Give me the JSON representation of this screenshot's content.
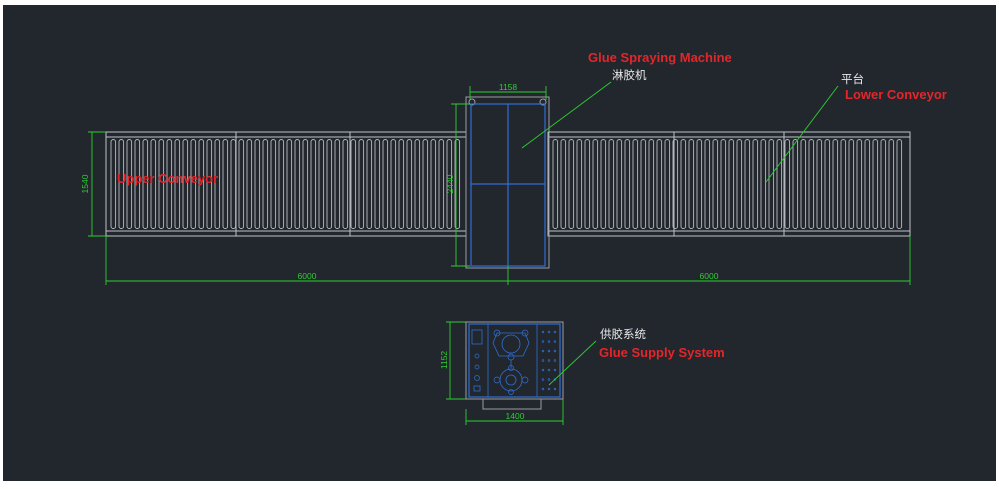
{
  "labels": {
    "glue_spraying_machine_en": "Glue Spraying Machine",
    "glue_spraying_machine_zh": "淋胶机",
    "lower_conveyor_zh": "平台",
    "lower_conveyor_en": "Lower Conveyor",
    "upper_conveyor_en": "Upper Conveyor",
    "glue_supply_zh": "供胶系统",
    "glue_supply_en": "Glue Supply System"
  },
  "dimensions": {
    "machine_width": "1158",
    "machine_length": "2440",
    "conveyor_width": "1540",
    "upper_conveyor_length": "6000",
    "lower_conveyor_length": "6000",
    "supply_height": "1152",
    "supply_width": "1400"
  },
  "colors": {
    "background": "#22272e",
    "dimension": "#2bcf2e",
    "label_red": "#e3262a",
    "outline": "#bfc3c8",
    "machine": "#2f6fd4"
  }
}
